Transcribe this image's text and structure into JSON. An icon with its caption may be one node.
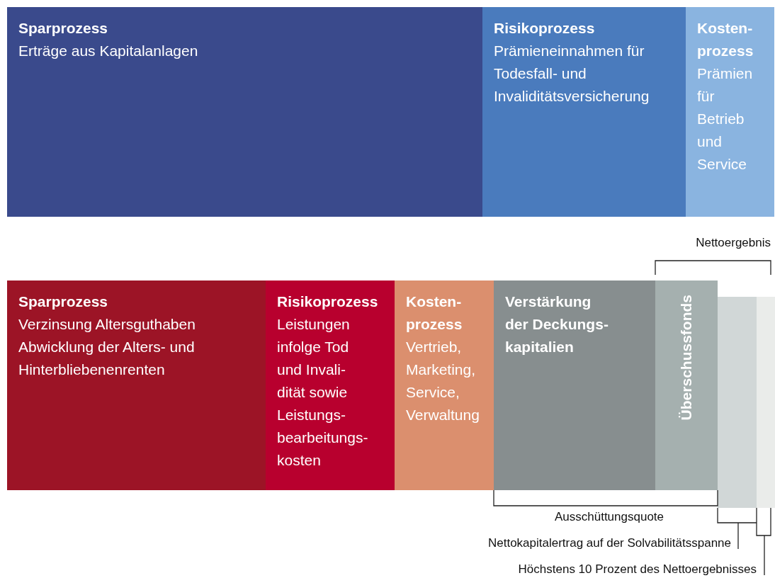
{
  "diagram": {
    "nodes": [
      {
        "text": [
          "Sparprozess",
          "Erträge aus Kapitalanlagen"
        ]
      },
      {
        "text": [
          "Risikoprozess",
          "Prämieneinnahmen für Todesfall- und Invaliditätsversicherung"
        ]
      },
      {
        "text": [
          "Kosten- prozess",
          "Prämien für Betrieb und Service"
        ]
      },
      {
        "text": [
          "Sparprozess",
          "Verzinsung Altersguthaben Abwicklung der Alters- und Hinterbliebenenrenten"
        ]
      },
      {
        "text": [
          "Risikoprozess",
          "Leistungen infolge Tod und Invali- dität sowie Leistungs- bearbeitungs- kosten"
        ]
      },
      {
        "text": [
          "Kosten- prozess",
          "Vertrieb, Marketing, Service, Verwaltung"
        ]
      },
      {
        "text": [
          "Verstärkung der Deckungs- kapitalien"
        ]
      },
      {
        "text": [
          "Überschussfonds"
        ]
      },
      {
        "text": [],
        "shape": "bar"
      },
      {
        "text": [],
        "shape": "bar"
      }
    ],
    "edges": [],
    "labels": [
      "Nettoergebnis",
      "Ausschüttungsquote",
      "Nettokapitalertrag auf der Solvabilitätsspanne",
      "Höchstens 10 Prozent des Nettoergebnisses"
    ]
  }
}
